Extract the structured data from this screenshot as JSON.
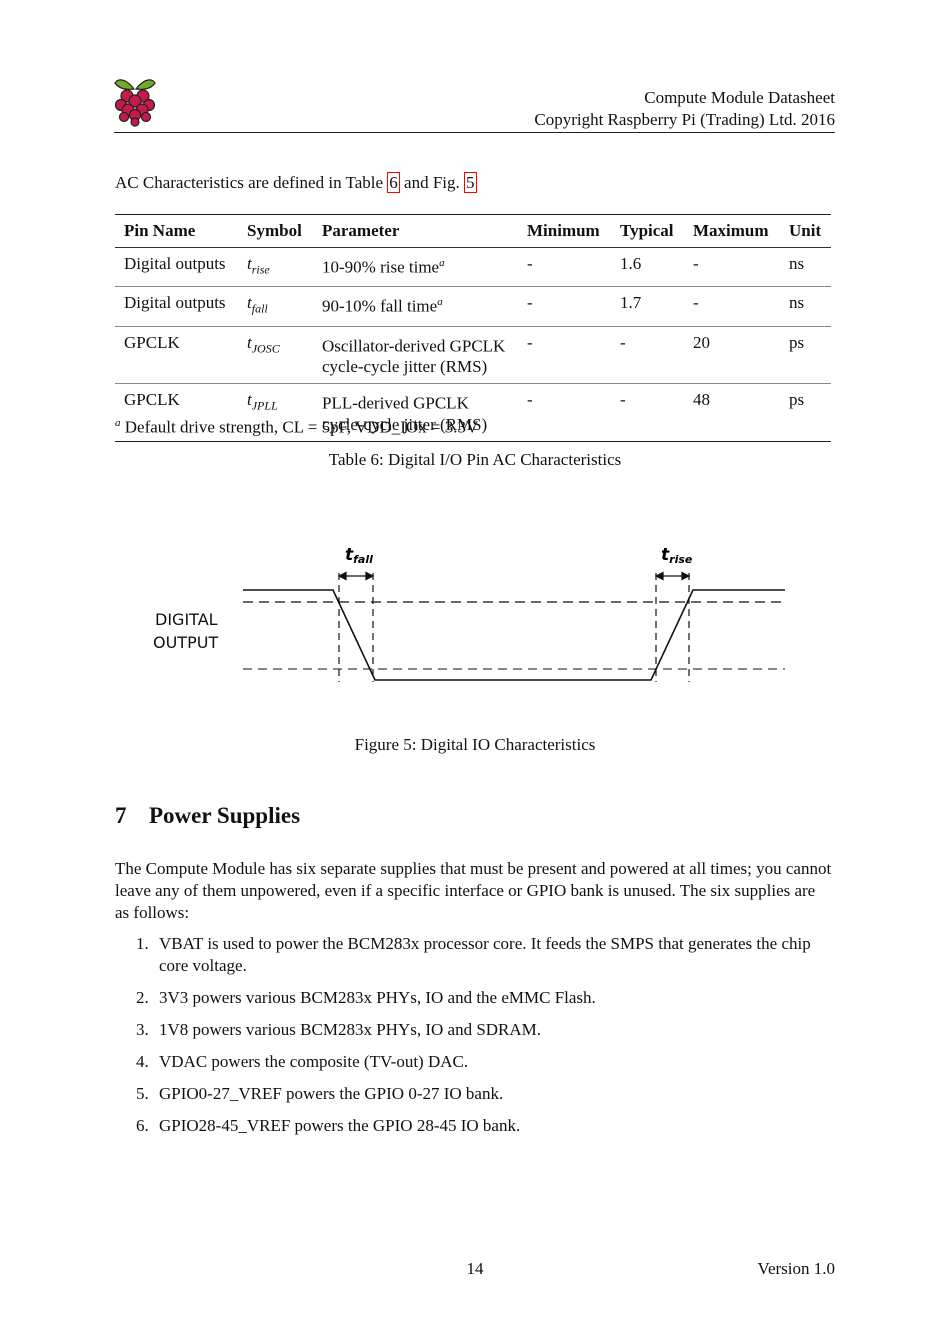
{
  "header": {
    "title": "Compute Module Datasheet",
    "copyright": "Copyright Raspberry Pi (Trading) Ltd. 2016"
  },
  "intro": {
    "before": "AC Characteristics are defined in Table ",
    "table_ref": "6",
    "middle": " and Fig. ",
    "fig_ref": "5"
  },
  "table": {
    "headers": [
      "Pin Name",
      "Symbol",
      "Parameter",
      "Minimum",
      "Typical",
      "Maximum",
      "Unit"
    ],
    "rows": [
      {
        "pin": "Digital outputs",
        "sym_base": "t",
        "sym_sub": "rise",
        "param": "10-90% rise time",
        "param2": "",
        "note": "a",
        "min": "-",
        "typ": "1.6",
        "max": "-",
        "unit": "ns"
      },
      {
        "pin": "Digital outputs",
        "sym_base": "t",
        "sym_sub": "fall",
        "param": "90-10% fall time",
        "param2": "",
        "note": "a",
        "min": "-",
        "typ": "1.7",
        "max": "-",
        "unit": "ns"
      },
      {
        "pin": "GPCLK",
        "sym_base": "t",
        "sym_sub": "JOSC",
        "param": "Oscillator-derived GPCLK",
        "param2": "cycle-cycle jitter (RMS)",
        "note": "",
        "min": "-",
        "typ": "-",
        "max": "20",
        "unit": "ps"
      },
      {
        "pin": "GPCLK",
        "sym_base": "t",
        "sym_sub": "JPLL",
        "param": "PLL-derived GPCLK",
        "param2": "cycle-cycle jitter (RMS)",
        "note": "",
        "min": "-",
        "typ": "-",
        "max": "48",
        "unit": "ps"
      }
    ],
    "footnote_mark": "a",
    "footnote": " Default drive strength, CL = 5pF, VDD_IOx = 3.3V",
    "caption": "Table 6: Digital I/O Pin AC Characteristics"
  },
  "figure": {
    "signal_label_1": "DIGITAL",
    "signal_label_2": "OUTPUT",
    "fall_base": "t",
    "fall_sub": "fall",
    "rise_base": "t",
    "rise_sub": "rise",
    "caption": "Figure 5: Digital IO Characteristics"
  },
  "section": {
    "number": "7",
    "title": "Power Supplies",
    "body_1": "The Compute Module has six separate supplies that must be present and powered at all times; you cannot",
    "body_2": "leave any of them unpowered, even if a specific interface or GPIO bank is unused. The six supplies are",
    "body_3": "as follows:"
  },
  "supplies": [
    {
      "num": "1.",
      "line1": "VBAT is used to power the BCM283x processor core. It feeds the SMPS that generates the chip",
      "line2": "core voltage."
    },
    {
      "num": "2.",
      "line1": "3V3 powers various BCM283x PHYs, IO and the eMMC Flash.",
      "line2": ""
    },
    {
      "num": "3.",
      "line1": "1V8 powers various BCM283x PHYs, IO and SDRAM.",
      "line2": ""
    },
    {
      "num": "4.",
      "line1": "VDAC powers the composite (TV-out) DAC.",
      "line2": ""
    },
    {
      "num": "5.",
      "line1": "GPIO0-27_VREF powers the GPIO 0-27 IO bank.",
      "line2": ""
    },
    {
      "num": "6.",
      "line1": "GPIO28-45_VREF powers the GPIO 28-45 IO bank.",
      "line2": ""
    }
  ],
  "footer": {
    "page": "14",
    "version": "Version 1.0"
  },
  "colors": {
    "logo_berry": "#c51a4a",
    "logo_leaf": "#75a928",
    "ref_box": "#ff0000"
  }
}
